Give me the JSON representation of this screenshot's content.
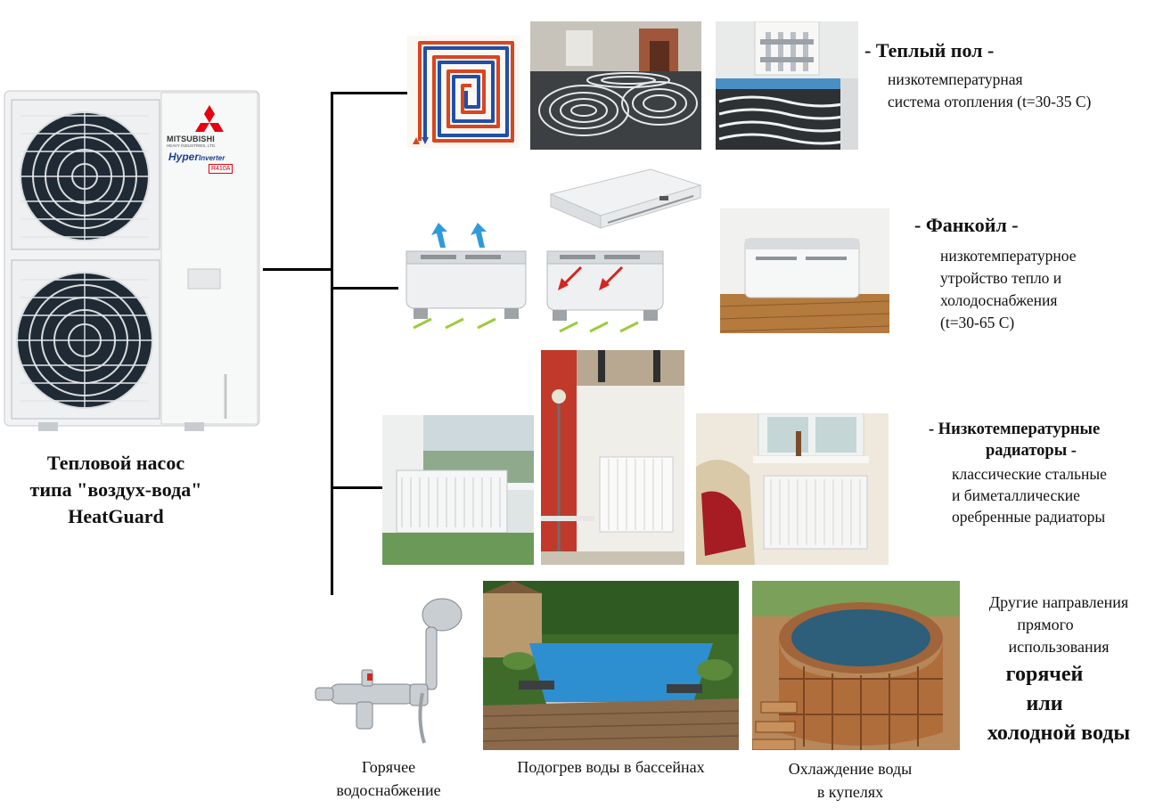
{
  "heat_pump": {
    "brand": "MITSUBISHI",
    "brand_sub": "HEAVY INDUSTRIES, LTD.",
    "series_hyper": "Hyper",
    "series_inverter": "Inverter",
    "refrigerant": "R410A",
    "title_lines": [
      "Тепловой насос",
      "типа \"воздух-вода\"",
      "HeatGuard"
    ]
  },
  "branches": [
    {
      "id": "warm-floor",
      "title": "- Теплый пол -",
      "desc_lines": [
        "низкотемпературная",
        "система отопления (t=30-35 С)"
      ]
    },
    {
      "id": "fancoil",
      "title": "- Фанкойл -",
      "desc_lines": [
        "низкотемпературное",
        "утройство тепло и",
        "холодоснабжения",
        "(t=30-65 С)"
      ]
    },
    {
      "id": "radiators",
      "title_lines": [
        "- Низкотемпературные",
        "радиаторы -"
      ],
      "desc_lines": [
        "классические стальные",
        "и биметаллические",
        "оребренные радиаторы"
      ]
    },
    {
      "id": "other",
      "lines": [
        "Другие направления",
        "прямого",
        "использования"
      ],
      "bold_lines": [
        "горячей",
        "или",
        "холодной воды"
      ]
    }
  ],
  "captions": {
    "hot_water": [
      "Горячее",
      "водоснабжение"
    ],
    "pool": [
      "Подогрев воды в бассейнах"
    ],
    "tub": [
      "Охлаждение воды",
      "в купелях"
    ]
  },
  "colors": {
    "brand_red": "#e60012",
    "hyper_blue": "#1d3f9a",
    "pipe_red": "#d9451f",
    "pipe_blue": "#1f4fa8",
    "airflow_blue": "#2f9bdc",
    "airflow_red": "#d6241f",
    "airflow_green": "#9ccc3a"
  }
}
